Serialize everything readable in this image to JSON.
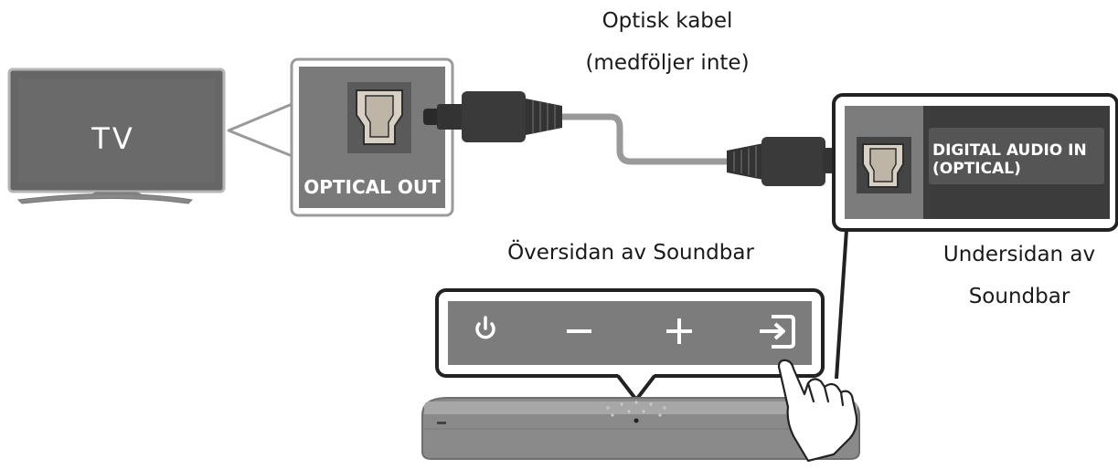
{
  "cable": {
    "line1": "Optisk kabel",
    "line2": "(medföljer inte)"
  },
  "tv": {
    "label": "TV",
    "port_label": "OPTICAL OUT"
  },
  "soundbar": {
    "top_label": "Översidan av Soundbar",
    "bottom_label_line1": "Undersidan av",
    "bottom_label_line2": "Soundbar",
    "port_label_line1": "DIGITAL AUDIO IN",
    "port_label_line2": "(OPTICAL)",
    "buttons": [
      "power",
      "volume-down",
      "volume-up",
      "source"
    ]
  },
  "icons": [
    "tv-icon",
    "optical-port-icon",
    "optical-cable-icon",
    "soundbar-icon",
    "hand-pointer-icon",
    "power-icon",
    "minus-icon",
    "plus-icon",
    "source-input-icon"
  ]
}
